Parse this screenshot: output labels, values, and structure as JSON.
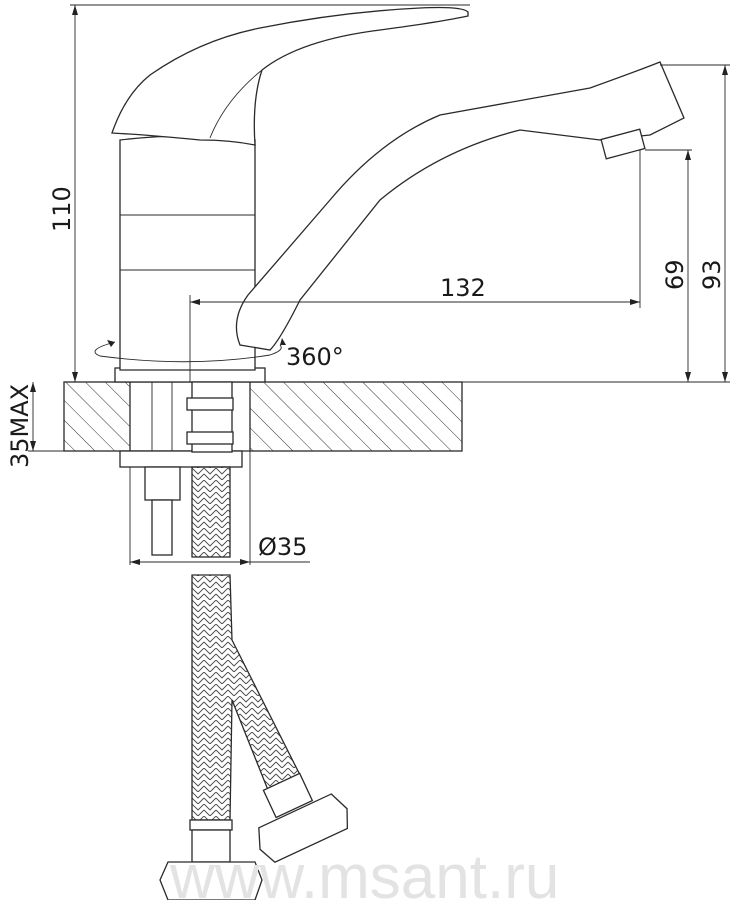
{
  "title": "Faucet dimension drawing",
  "dimensions": {
    "total_height": "110",
    "spout_height": "93",
    "aerator_height": "69",
    "spout_reach": "132",
    "rotation": "360°",
    "countertop_max": "35MAX",
    "hole_diameter": "Ø35"
  },
  "watermark": "www.msant.ru",
  "colors": {
    "line": "#2a2a2a",
    "watermark": "#e3e3e3"
  }
}
